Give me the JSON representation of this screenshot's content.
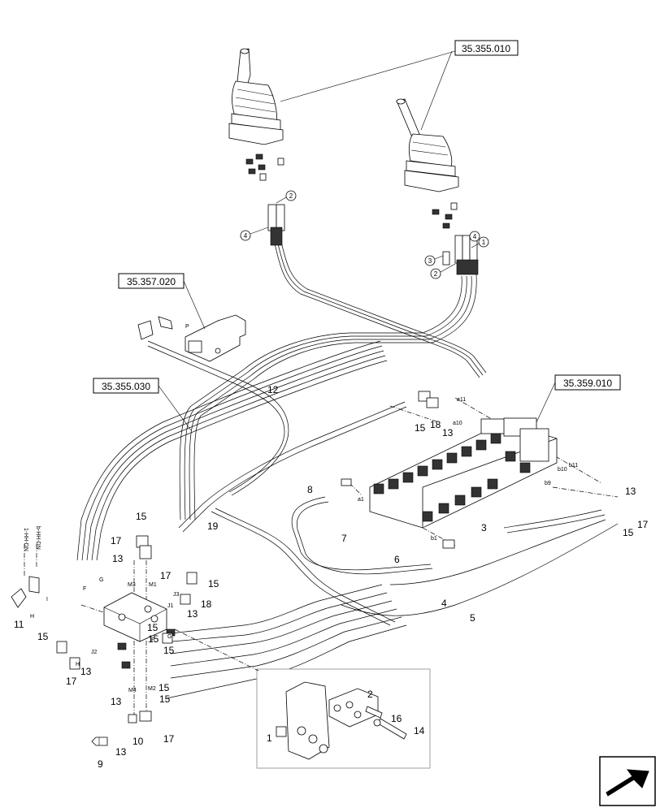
{
  "refs": {
    "joystick": "35.355.010",
    "pilot_valve": "35.357.020",
    "manifold": "35.355.030",
    "control_valve": "35.359.010"
  },
  "callouts": {
    "c1": "1",
    "c2": "2",
    "c3": "3",
    "c4": "4",
    "c5": "5",
    "c6": "6",
    "c7": "7",
    "c8": "8",
    "c9": "9",
    "c10": "10",
    "c11": "11",
    "c12": "12",
    "c13": "13",
    "c14": "14",
    "c15": "15",
    "c16": "16",
    "c17": "17",
    "c18": "18",
    "c19": "19"
  },
  "circled": {
    "left_4": "4",
    "left_2": "2",
    "right_1": "1",
    "right_2": "2",
    "right_3": "3",
    "right_4": "4"
  },
  "ports": {
    "a1": "a1",
    "a10": "a10",
    "a11": "a11",
    "b1": "b1",
    "b9": "b9",
    "b10": "b10",
    "b11": "b11",
    "M1": "M1",
    "M2": "M2",
    "M3": "M3",
    "M4": "M4",
    "J1": "J1",
    "J2": "J2",
    "J3": "J3",
    "F": "F",
    "G": "G",
    "H": "H",
    "I": "I",
    "P": "P"
  },
  "side_labels": {
    "left": "1-HH-DN",
    "right": "b-HH-DN"
  },
  "nav": {
    "icon": "arrow-nav-icon"
  }
}
